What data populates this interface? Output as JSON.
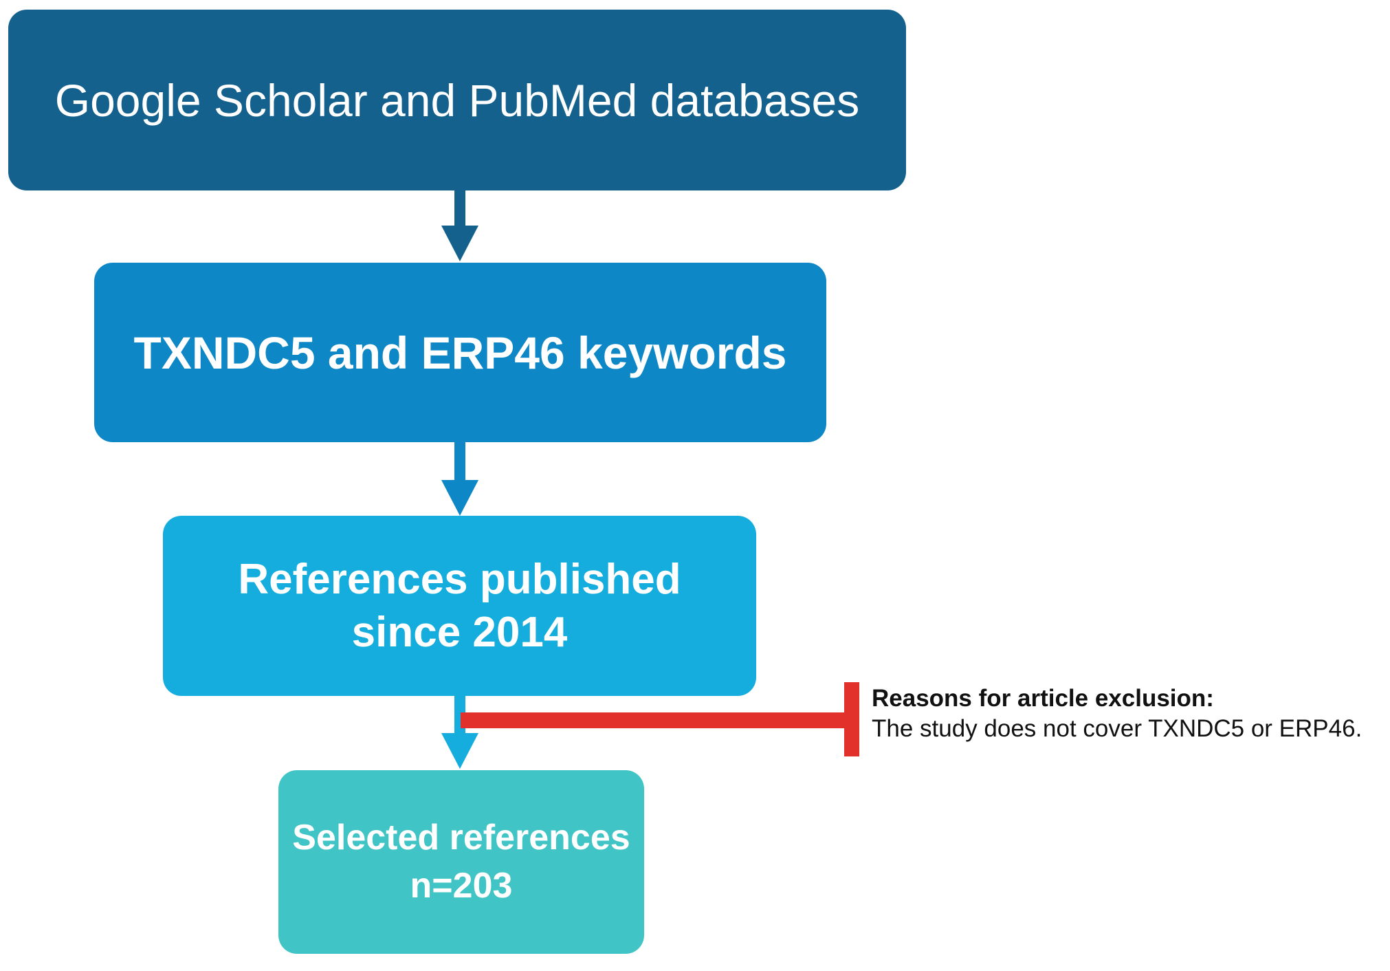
{
  "diagram": {
    "title_context": "Literature selection flowchart",
    "boxes": [
      {
        "id": "databases",
        "label": "Google Scholar and PubMed databases",
        "color": "#15618E"
      },
      {
        "id": "keywords",
        "label": "TXNDC5 and ERP46 keywords",
        "color": "#0D87C6"
      },
      {
        "id": "published",
        "label_line1": "References published",
        "label_line2": "since 2014",
        "color": "#15ACDE"
      },
      {
        "id": "selected",
        "label_line1": "Selected references",
        "label_line2": "n=203",
        "color": "#41C4C5"
      }
    ],
    "arrows": [
      {
        "from": "databases",
        "to": "keywords",
        "color": "#15618E"
      },
      {
        "from": "keywords",
        "to": "published",
        "color": "#0D87C6"
      },
      {
        "from": "published",
        "to": "selected",
        "color": "#15ACDE"
      }
    ],
    "exclusion_note": {
      "title": "Reasons for article exclusion:",
      "body": "The study does not cover TXNDC5 or ERP46.",
      "connector_color": "#E1312A",
      "text_color": "#111111"
    }
  }
}
